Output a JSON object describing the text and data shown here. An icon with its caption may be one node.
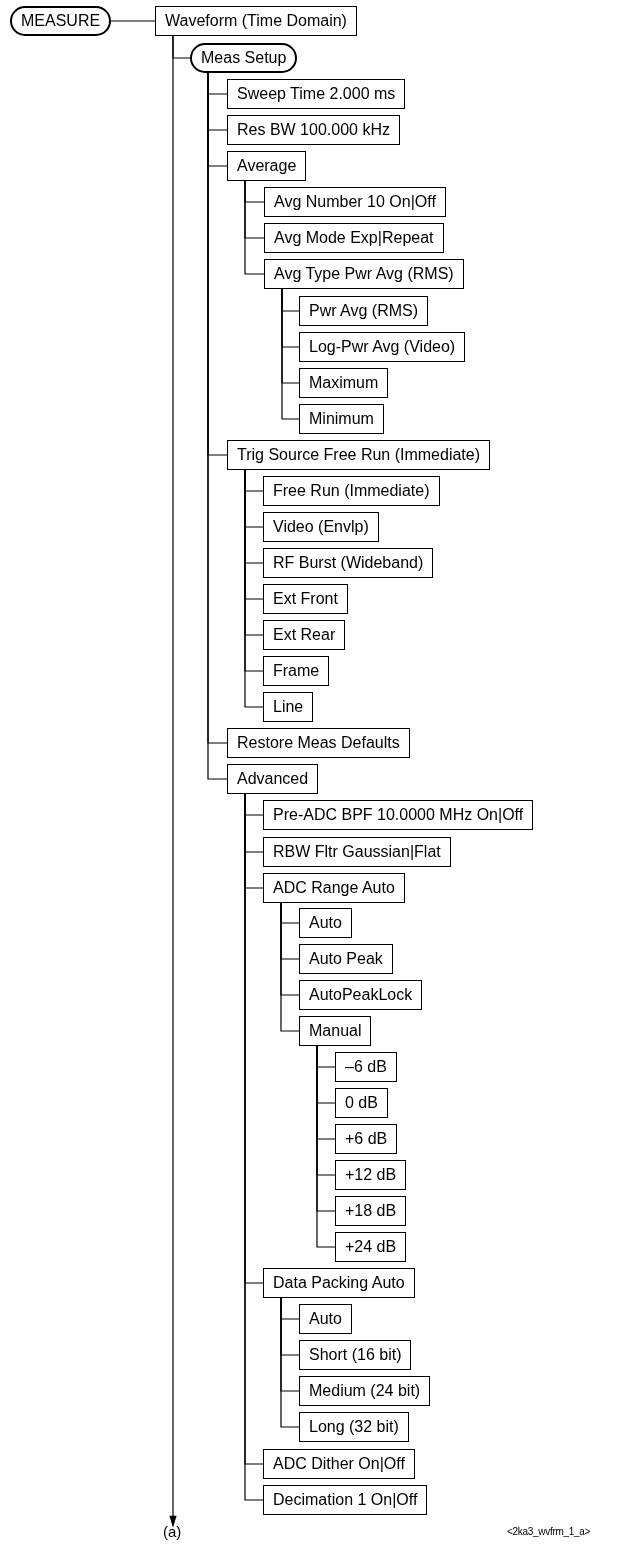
{
  "diagram": {
    "nodes": [
      {
        "text": [
          "MEASURE"
        ]
      },
      {
        "text": [
          "Waveform (Time Domain)"
        ]
      },
      {
        "text": [
          "Meas Setup"
        ]
      },
      {
        "text": [
          "Sweep Time 2.000 ms"
        ]
      },
      {
        "text": [
          "Res BW 100.000 kHz"
        ]
      },
      {
        "text": [
          "Average"
        ]
      },
      {
        "text": [
          "Avg Number 10 On|Off"
        ]
      },
      {
        "text": [
          "Avg Mode Exp|Repeat"
        ]
      },
      {
        "text": [
          "Avg Type Pwr Avg (RMS)"
        ]
      },
      {
        "text": [
          "Pwr Avg (RMS)"
        ]
      },
      {
        "text": [
          "Log-Pwr Avg (Video)"
        ]
      },
      {
        "text": [
          "Maximum"
        ]
      },
      {
        "text": [
          "Minimum"
        ]
      },
      {
        "text": [
          "Trig Source Free Run (Immediate)"
        ]
      },
      {
        "text": [
          "Free Run (Immediate)"
        ]
      },
      {
        "text": [
          "Video (Envlp)"
        ]
      },
      {
        "text": [
          "RF Burst (Wideband)"
        ]
      },
      {
        "text": [
          "Ext Front"
        ]
      },
      {
        "text": [
          "Ext Rear"
        ]
      },
      {
        "text": [
          "Frame"
        ]
      },
      {
        "text": [
          "Line"
        ]
      },
      {
        "text": [
          "Restore Meas Defaults"
        ]
      },
      {
        "text": [
          "Advanced"
        ]
      },
      {
        "text": [
          "Pre-ADC BPF 10.0000 MHz On|Off"
        ]
      },
      {
        "text": [
          "RBW Fltr Gaussian|Flat"
        ]
      },
      {
        "text": [
          "ADC Range Auto"
        ]
      },
      {
        "text": [
          "Auto"
        ]
      },
      {
        "text": [
          "Auto Peak"
        ]
      },
      {
        "text": [
          "AutoPeakLock"
        ]
      },
      {
        "text": [
          "Manual"
        ]
      },
      {
        "text": [
          "–6 dB"
        ]
      },
      {
        "text": [
          "0 dB"
        ]
      },
      {
        "text": [
          "+6 dB"
        ]
      },
      {
        "text": [
          "+12 dB"
        ]
      },
      {
        "text": [
          "+18 dB"
        ]
      },
      {
        "text": [
          "+24 dB"
        ]
      },
      {
        "text": [
          "Data Packing Auto"
        ]
      },
      {
        "text": [
          "Auto"
        ]
      },
      {
        "text": [
          "Short (16 bit)"
        ]
      },
      {
        "text": [
          "Medium (24 bit)"
        ]
      },
      {
        "text": [
          "Long (32 bit)"
        ]
      },
      {
        "text": [
          "ADC Dither On|Off"
        ]
      },
      {
        "text": [
          "Decimation 1 On|Off"
        ]
      },
      {
        "text": [
          "(a)"
        ]
      }
    ],
    "edges": [
      {
        "from": 0,
        "to": 1,
        "arrow": "none"
      },
      {
        "from": 1,
        "to": 2,
        "arrow": "none"
      },
      {
        "from": 2,
        "to": 3,
        "arrow": "none"
      },
      {
        "from": 2,
        "to": 4,
        "arrow": "none"
      },
      {
        "from": 2,
        "to": 5,
        "arrow": "none"
      },
      {
        "from": 5,
        "to": 6,
        "arrow": "none"
      },
      {
        "from": 5,
        "to": 7,
        "arrow": "none"
      },
      {
        "from": 5,
        "to": 8,
        "arrow": "none"
      },
      {
        "from": 8,
        "to": 9,
        "arrow": "none"
      },
      {
        "from": 8,
        "to": 10,
        "arrow": "none"
      },
      {
        "from": 8,
        "to": 11,
        "arrow": "none"
      },
      {
        "from": 8,
        "to": 12,
        "arrow": "none"
      },
      {
        "from": 2,
        "to": 13,
        "arrow": "none"
      },
      {
        "from": 13,
        "to": 14,
        "arrow": "none"
      },
      {
        "from": 13,
        "to": 15,
        "arrow": "none"
      },
      {
        "from": 13,
        "to": 16,
        "arrow": "none"
      },
      {
        "from": 13,
        "to": 17,
        "arrow": "none"
      },
      {
        "from": 13,
        "to": 18,
        "arrow": "none"
      },
      {
        "from": 13,
        "to": 19,
        "arrow": "none"
      },
      {
        "from": 13,
        "to": 20,
        "arrow": "none"
      },
      {
        "from": 2,
        "to": 21,
        "arrow": "none"
      },
      {
        "from": 2,
        "to": 22,
        "arrow": "none"
      },
      {
        "from": 22,
        "to": 23,
        "arrow": "none"
      },
      {
        "from": 22,
        "to": 24,
        "arrow": "none"
      },
      {
        "from": 22,
        "to": 25,
        "arrow": "none"
      },
      {
        "from": 25,
        "to": 26,
        "arrow": "none"
      },
      {
        "from": 25,
        "to": 27,
        "arrow": "none"
      },
      {
        "from": 25,
        "to": 28,
        "arrow": "none"
      },
      {
        "from": 25,
        "to": 29,
        "arrow": "none"
      },
      {
        "from": 29,
        "to": 30,
        "arrow": "none"
      },
      {
        "from": 29,
        "to": 31,
        "arrow": "none"
      },
      {
        "from": 29,
        "to": 32,
        "arrow": "none"
      },
      {
        "from": 29,
        "to": 33,
        "arrow": "none"
      },
      {
        "from": 29,
        "to": 34,
        "arrow": "none"
      },
      {
        "from": 29,
        "to": 35,
        "arrow": "none"
      },
      {
        "from": 22,
        "to": 36,
        "arrow": "none"
      },
      {
        "from": 36,
        "to": 37,
        "arrow": "none"
      },
      {
        "from": 36,
        "to": 38,
        "arrow": "none"
      },
      {
        "from": 36,
        "to": 39,
        "arrow": "none"
      },
      {
        "from": 36,
        "to": 40,
        "arrow": "none"
      },
      {
        "from": 22,
        "to": 41,
        "arrow": "none"
      },
      {
        "from": 22,
        "to": 42,
        "arrow": "none"
      },
      {
        "from": 1,
        "to": 43,
        "arrow": "to"
      }
    ],
    "labels": [
      "<2ka3_wvfrm_1_a>"
    ]
  }
}
